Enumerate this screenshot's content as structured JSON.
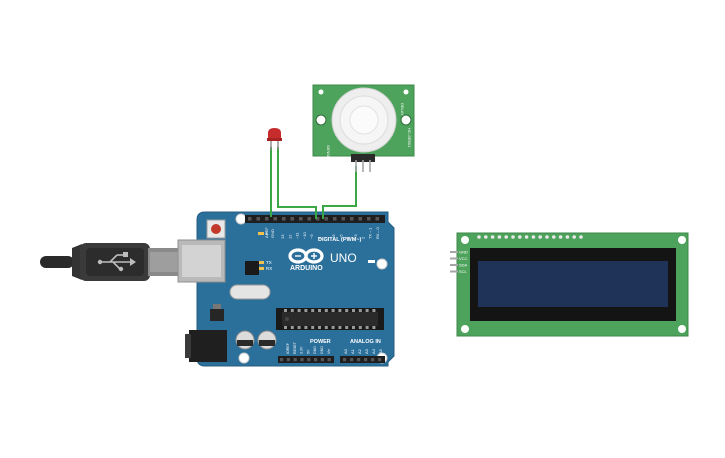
{
  "arduino": {
    "logo_text": "ARDUINO",
    "model": "UNO",
    "digital_label": "DIGITAL (PWM~)",
    "power_label": "POWER",
    "analog_label": "ANALOG IN",
    "on_label": "ON",
    "tx_label": "TX",
    "rx_label": "RX",
    "l_label": "L",
    "aref_label": "AREF",
    "gnd_label": "GND",
    "digital_pins": [
      "13",
      "12",
      "~11",
      "~10",
      "~9",
      "8",
      "7",
      "~6",
      "~5",
      "4",
      "~3",
      "2",
      "TX→1",
      "RX←0"
    ],
    "power_pins": [
      "IOREF",
      "RESET",
      "3.3V",
      "5V",
      "GND",
      "GND",
      "Vin"
    ],
    "analog_pins": [
      "A0",
      "A1",
      "A2",
      "A3",
      "A4",
      "A5"
    ]
  },
  "lcd": {
    "pins": [
      "GND",
      "VCC",
      "SDA",
      "SCL"
    ]
  },
  "pir": {
    "label_left": "SENSITIVITY",
    "label_right": "HC-SR501",
    "label_top": "DELAY"
  },
  "colors": {
    "board": "#2b6f9b",
    "pcb_green": "#4ea35c",
    "lcd_screen": "#1f3358",
    "wire": "#3aa845",
    "led": "#c62c2c"
  },
  "icons": [
    "usb-icon",
    "infinity-logo-icon"
  ]
}
